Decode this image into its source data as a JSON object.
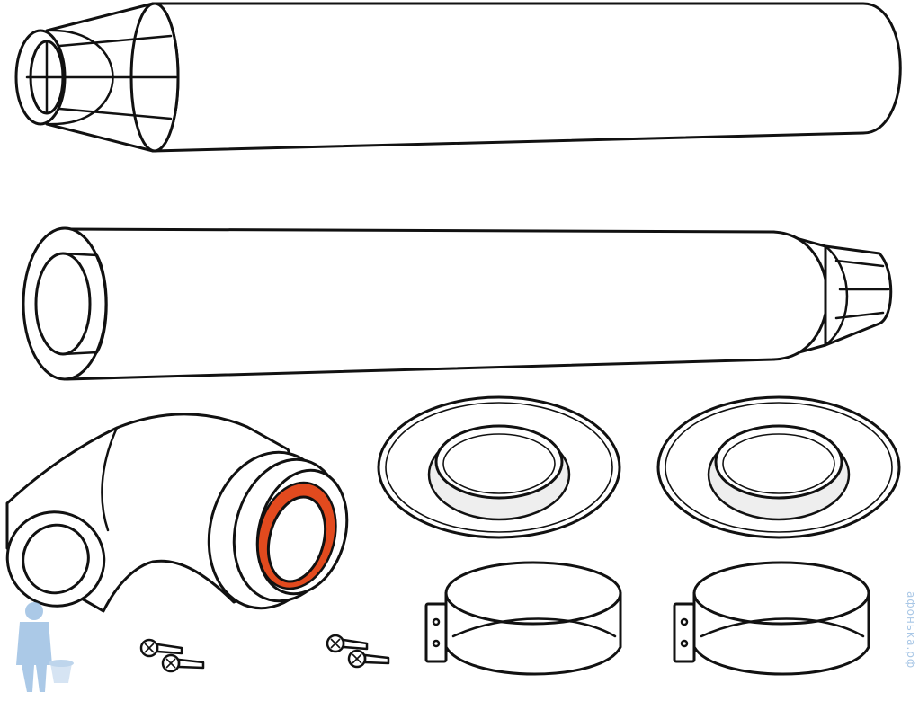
{
  "watermark": {
    "text": "афонька.рф"
  },
  "colors": {
    "outline": "#111111",
    "seal": "#e24a1e",
    "logo_mascot": "#8fb8e0"
  },
  "parts": [
    "concentric-pipe-with-terminal",
    "concentric-extension-pipe",
    "concentric-elbow-90",
    "wall-rosette-inner",
    "wall-rosette-outer",
    "pipe-clamp",
    "pipe-clamp",
    "mounting-screws",
    "mounting-screws"
  ]
}
